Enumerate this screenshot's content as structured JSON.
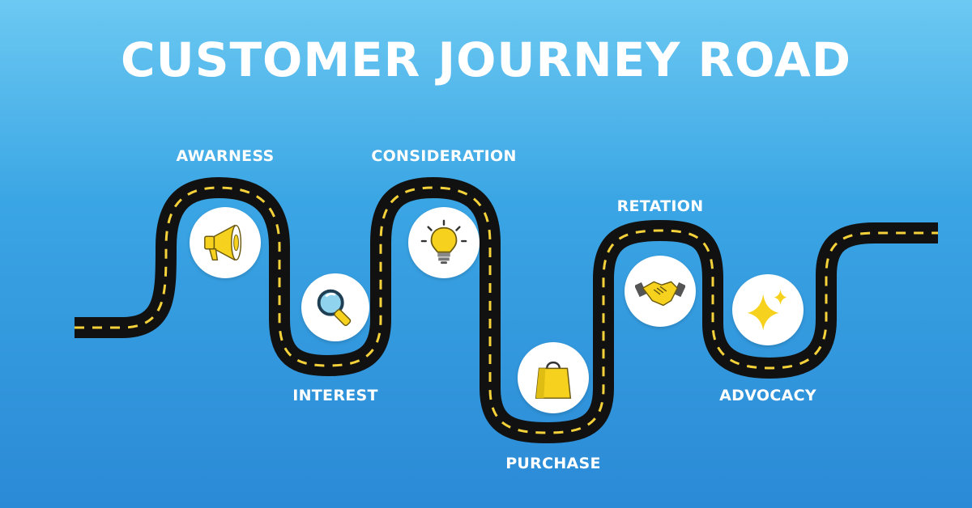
{
  "title": "CUSTOMER JOURNEY ROAD",
  "colors": {
    "background_top": "#6cc9f2",
    "background_bottom": "#2b8ad6",
    "road": "#111111",
    "road_dashes": "#f5d23a",
    "icon_yellow": "#f6d21f",
    "badge": "#ffffff"
  },
  "stages": [
    {
      "label": "AWARNESS",
      "icon": "megaphone-icon"
    },
    {
      "label": "INTEREST",
      "icon": "magnifier-icon"
    },
    {
      "label": "CONSIDERATION",
      "icon": "lightbulb-icon"
    },
    {
      "label": "PURCHASE",
      "icon": "shopping-bag-icon"
    },
    {
      "label": "RETATION",
      "icon": "handshake-icon"
    },
    {
      "label": "ADVOCACY",
      "icon": "sparkle-icon"
    }
  ]
}
